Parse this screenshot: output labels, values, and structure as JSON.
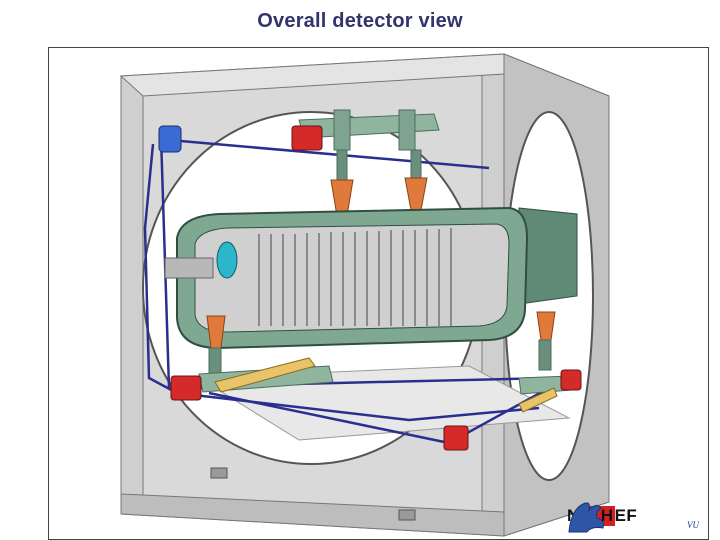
{
  "title": "Overall detector view",
  "logo": {
    "nikhef_pre": "NI",
    "nikhef_hl": "K",
    "nikhef_mid": "H",
    "nikhef_post": "EF",
    "vu": "VU"
  },
  "colors": {
    "title": "#33336e",
    "frame_grey": "#c8c8c8",
    "tank_green": "#6f9a86",
    "cable_blue": "#2a2f8f",
    "motor_red": "#d42a2a",
    "support_orange": "#e07a3a"
  }
}
